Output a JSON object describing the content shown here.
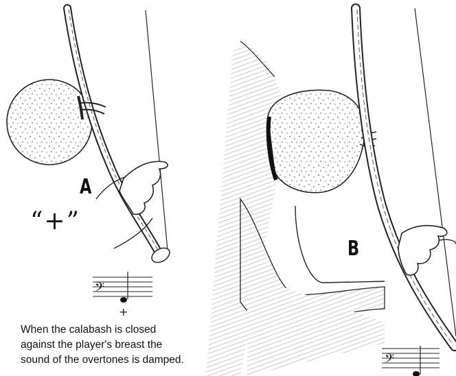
{
  "figure": {
    "label_a": "A",
    "label_b": "B",
    "plus_marking": "“+”",
    "caption_lines": [
      "When the calabash is closed",
      "against the player's breast the",
      "sound of the overtones is damped."
    ],
    "staff_a_mark": "+"
  }
}
